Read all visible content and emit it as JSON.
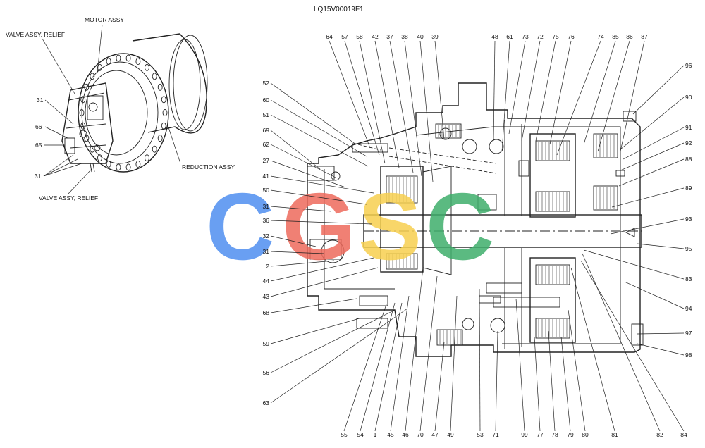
{
  "drawing_id": "LQ15V00019F1",
  "assembly_labels": [
    {
      "id": "valve-relief-top",
      "text": "VALVE ASSY, RELIEF"
    },
    {
      "id": "motor",
      "text": "MOTOR ASSY"
    },
    {
      "id": "reduction",
      "text": "REDUCTION ASSY"
    },
    {
      "id": "valve-relief-bottom",
      "text": "VALVE ASSY, RELIEF"
    }
  ],
  "small_view_callouts": [
    "31",
    "66",
    "65",
    "31"
  ],
  "top_callouts": [
    "64",
    "57",
    "58",
    "42",
    "37",
    "38",
    "40",
    "39",
    "48",
    "61",
    "73",
    "72",
    "75",
    "76",
    "74",
    "85",
    "86",
    "87"
  ],
  "left_callouts": [
    "52",
    "60",
    "51",
    "69",
    "62",
    "27",
    "41",
    "50",
    "31",
    "36",
    "32",
    "31",
    "2",
    "44",
    "43",
    "68",
    "59",
    "56",
    "63"
  ],
  "right_callouts": [
    "96",
    "90",
    "91",
    "92",
    "88",
    "89",
    "93",
    "95",
    "83",
    "94",
    "97",
    "98"
  ],
  "bottom_callouts": [
    "55",
    "54",
    "1",
    "45",
    "46",
    "70",
    "47",
    "49",
    "53",
    "71",
    "99",
    "77",
    "78",
    "79",
    "80",
    "81",
    "82",
    "84"
  ],
  "watermark": {
    "letters": [
      "C",
      "G",
      "S",
      "C"
    ],
    "colors": [
      "#4f8ff0",
      "#ee6a5c",
      "#f7d050",
      "#3fae6c"
    ]
  }
}
